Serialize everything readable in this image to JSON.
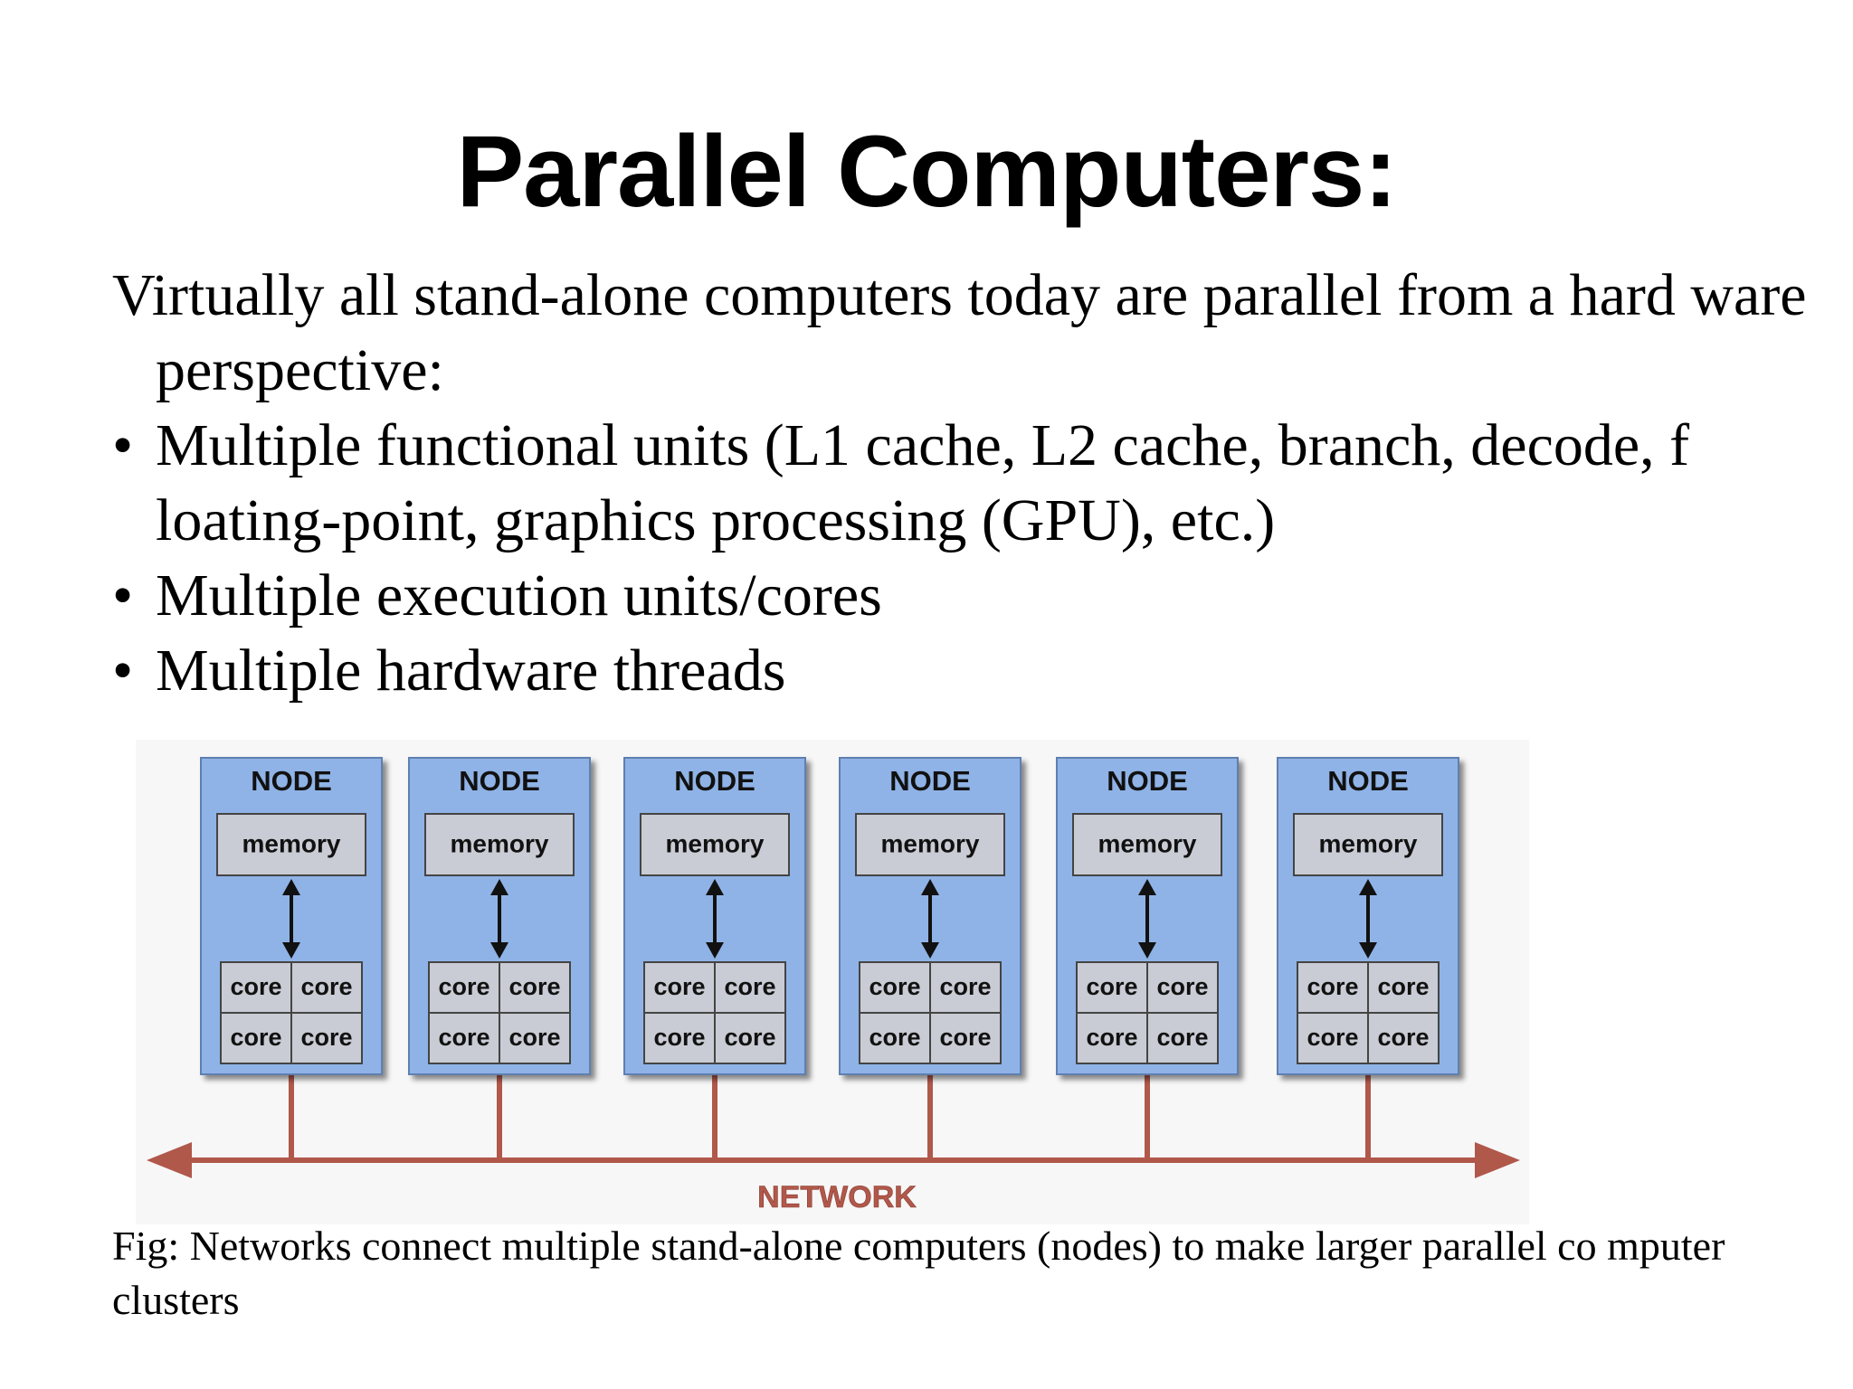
{
  "slide": {
    "title": "Parallel Computers:",
    "intro": "Virtually all stand-alone computers today are parallel from a hard ware perspective:",
    "bullets": [
      "Multiple functional units (L1 cache, L2 cache, branch, decode, f loating-point, graphics processing (GPU), etc.)",
      "Multiple execution units/cores",
      "Multiple hardware threads"
    ],
    "bullet_symbol": "•"
  },
  "figure": {
    "node_label": "NODE",
    "memory_label": "memory",
    "core_label": "core",
    "node_count": 6,
    "cores_per_node": 4,
    "network_label": "NETWORK",
    "colors": {
      "node_fill": "#8fb3e6",
      "component_fill": "#c9ccd4",
      "network": "#b0584a"
    }
  },
  "caption": "Fig: Networks connect multiple stand-alone computers (nodes) to make larger parallel co mputer clusters"
}
